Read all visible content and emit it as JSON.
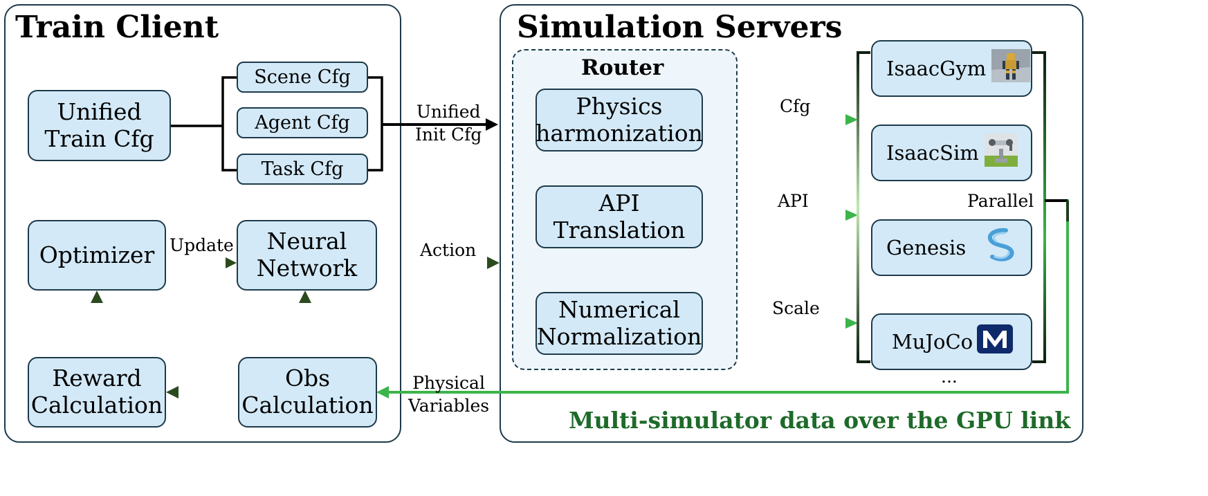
{
  "train_client": {
    "title": "Train Client",
    "unified_train_cfg": [
      "Unified",
      "Train Cfg"
    ],
    "scene_cfg": "Scene Cfg",
    "agent_cfg": "Agent Cfg",
    "task_cfg": "Task Cfg",
    "optimizer": "Optimizer",
    "neural_network": [
      "Neural",
      "Network"
    ],
    "reward_calc": [
      "Reward",
      "Calculation"
    ],
    "obs_calc": [
      "Obs",
      "Calculation"
    ],
    "update_label": "Update"
  },
  "links": {
    "unified_init_cfg": [
      "Unified",
      "Init Cfg"
    ],
    "action": "Action",
    "physical_variables": [
      "Physical",
      "Variables"
    ],
    "cfg": "Cfg",
    "api": "API",
    "scale": "Scale",
    "parallel": "Parallel"
  },
  "simulation_servers": {
    "title": "Simulation Servers",
    "router": {
      "title": "Router",
      "physics": [
        "Physics",
        "harmonization"
      ],
      "api_translation": [
        "API",
        "Translation"
      ],
      "numerical": [
        "Numerical",
        "Normalization"
      ]
    },
    "simulators": [
      {
        "name": "IsaacGym",
        "icon": "isaacgym-robot-icon"
      },
      {
        "name": "IsaacSim",
        "icon": "isaacsim-arm-icon"
      },
      {
        "name": "Genesis",
        "icon": "genesis-swirl-icon"
      },
      {
        "name": "MuJoCo",
        "icon": "mujoco-m-icon"
      }
    ],
    "ellipsis": "...",
    "footer": "Multi-simulator data over the GPU link"
  },
  "colors": {
    "border": "#1d3a4a",
    "box_fill": "#d3e9f7",
    "router_fill": "#eef6fb",
    "green": "#3cb44a",
    "dark_green": "#1e6a2a"
  }
}
